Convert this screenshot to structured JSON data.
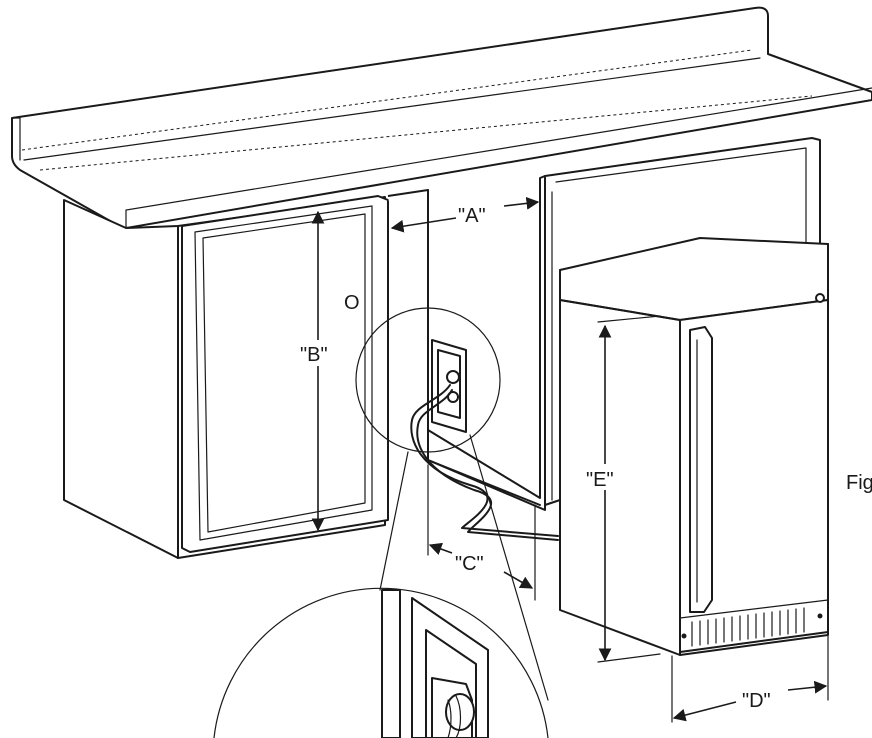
{
  "labels": {
    "a": "\"A\"",
    "b": "\"B\"",
    "c": "\"C\"",
    "d": "\"D\"",
    "e": "\"E\"",
    "o": "O",
    "fig": "Fig"
  },
  "colors": {
    "line": "#1a1a1a",
    "background": "#ffffff"
  }
}
